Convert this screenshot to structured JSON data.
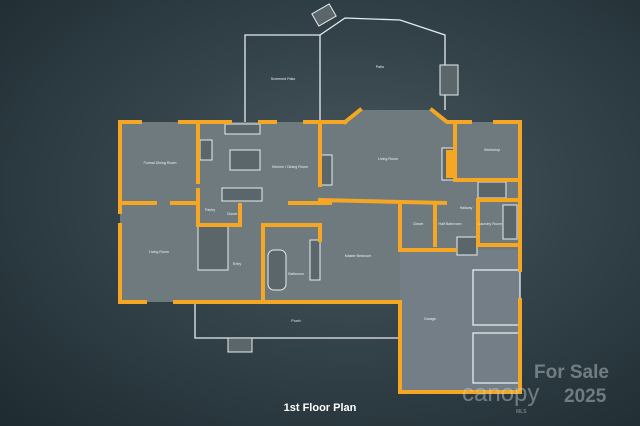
{
  "title": "1st Floor Plan",
  "colors": {
    "wall": "#f5a623",
    "floor": "#6f7a7f",
    "outline": "#e6ecee"
  },
  "rooms": {
    "formal_dining": "Formal Dining Room",
    "kitchen": "Kitchen / Dining Room",
    "pantry": "Pantry",
    "closet1": "Closet",
    "living_left": "Living Room",
    "entry": "Entry",
    "bathroom": "Bathroom",
    "master": "Master Bedroom",
    "living_center": "Living Room",
    "closet2": "Closet",
    "half_bath": "Half Bathroom",
    "hallway": "Hallway",
    "laundry": "Laundry Room",
    "workshop": "Workshop",
    "garage": "Garage",
    "porch": "Porch",
    "screened_patio": "Screened Patio",
    "patio": "Patio"
  },
  "watermark": {
    "for_sale": "For Sale",
    "year": "2025",
    "brand": "canopy",
    "brand_sub": "MLS"
  }
}
